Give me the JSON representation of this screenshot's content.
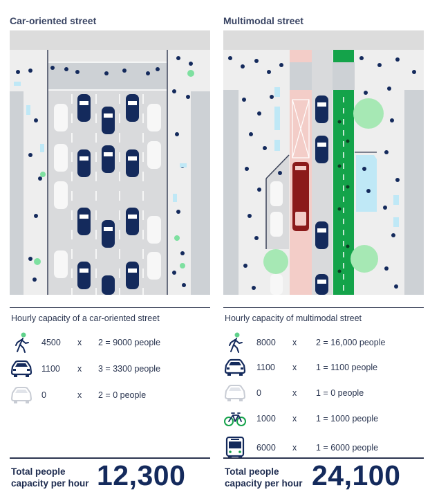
{
  "left": {
    "title": "Car-oriented street",
    "capacity_title": "Hourly capacity of a car-oriented street",
    "rows": [
      {
        "icon": "pedestrian-icon",
        "value": "4500",
        "x": "x",
        "calc": "2 = 9000 people"
      },
      {
        "icon": "car-icon",
        "value": "1100",
        "x": "x",
        "calc": "3 = 3300 people"
      },
      {
        "icon": "parked-car-icon",
        "value": "0",
        "x": "x",
        "calc": "2 = 0 people"
      }
    ],
    "total_label": "Total people capacity per hour",
    "total_value": "12,300"
  },
  "right": {
    "title": "Multimodal street",
    "capacity_title": "Hourly capacity of multimodal street",
    "rows": [
      {
        "icon": "pedestrian-icon",
        "value": "8000",
        "x": "x",
        "calc": "2 = 16,000 people"
      },
      {
        "icon": "car-icon",
        "value": "1100",
        "x": "x",
        "calc": "1 = 1100 people"
      },
      {
        "icon": "parked-car-icon",
        "value": "0",
        "x": "x",
        "calc": "1 = 0 people"
      },
      {
        "icon": "bicycle-icon",
        "value": "1000",
        "x": "x",
        "calc": "1 = 1000 people"
      },
      {
        "icon": "bus-icon",
        "value": "6000",
        "x": "x",
        "calc": "1 = 6000 people"
      }
    ],
    "total_label": "Total people capacity per hour",
    "total_value": "24,100"
  },
  "colors": {
    "navy": "#142a5c",
    "road": "#d9dadc",
    "sidewalk": "#eeeeee",
    "bike_lane_green": "#14a34a",
    "bus_lane_pink": "#f3cdc8",
    "bus_red": "#8b1a1a",
    "tree_green": "#a6e8b4",
    "water_blue": "#bfe8f6"
  }
}
